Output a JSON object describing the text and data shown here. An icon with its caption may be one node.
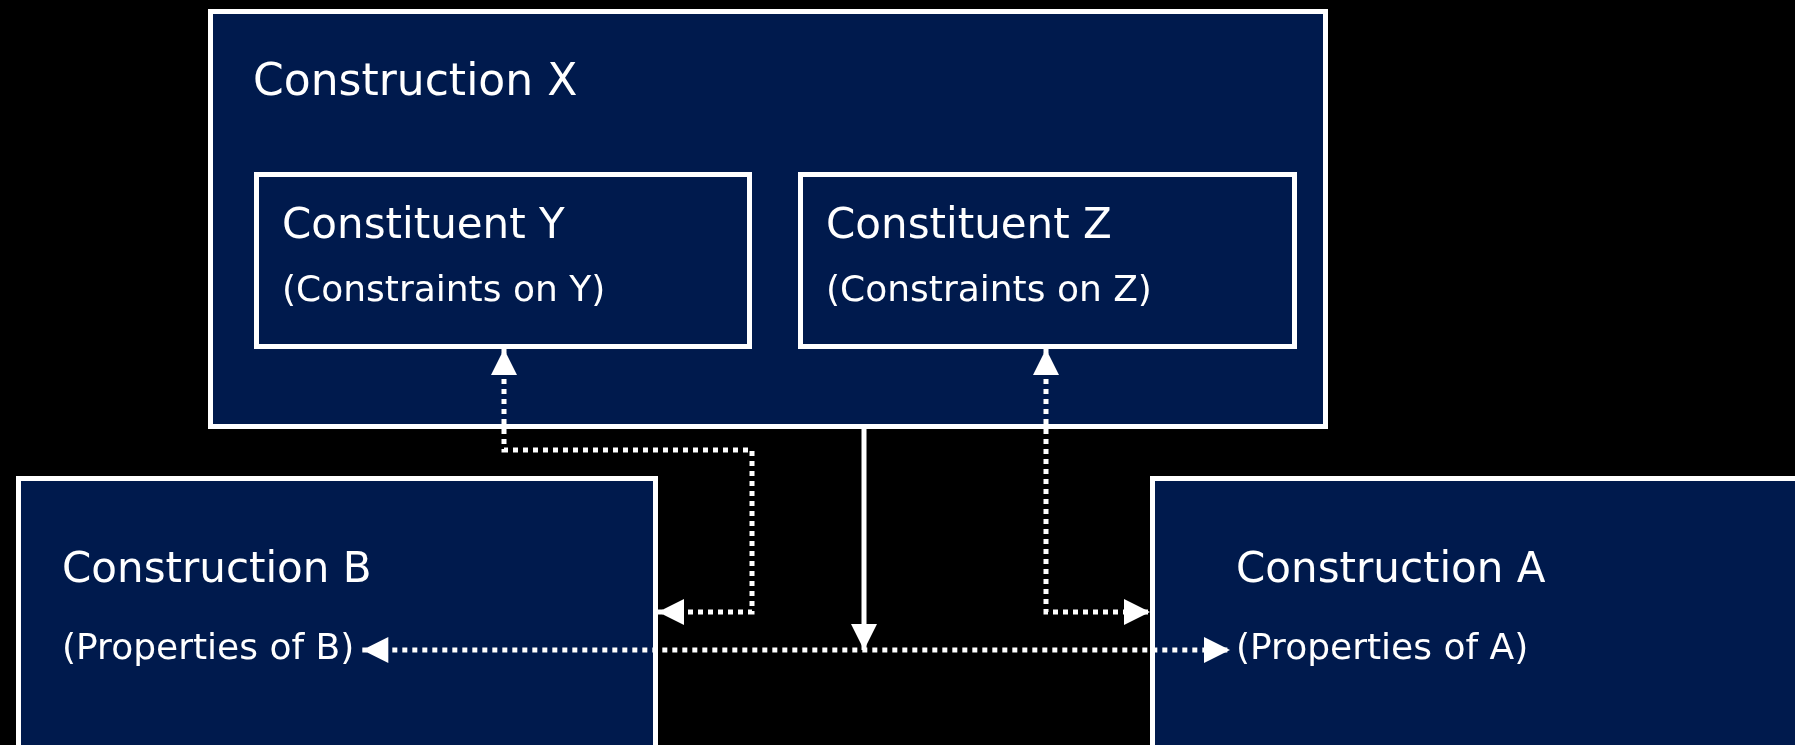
{
  "diagram": {
    "nodes": [
      {
        "text": [
          "Construction X"
        ]
      },
      {
        "text": [
          "Constituent Y",
          "(Constraints on Y)"
        ],
        "in": 0
      },
      {
        "text": [
          "Constituent Z",
          "(Constraints on Z)"
        ],
        "in": 0
      },
      {
        "text": [
          "Construction B",
          "(Properties of B)"
        ]
      },
      {
        "text": [
          "Construction A",
          "(Properties of A)"
        ]
      }
    ],
    "edges": [
      {
        "from": 1,
        "to": 3,
        "arrow": "both",
        "style": "dashed"
      },
      {
        "from": 2,
        "to": 4,
        "arrow": "both",
        "style": "dashed"
      },
      {
        "from": 3,
        "to": 4,
        "arrow": "both",
        "style": "dashed"
      },
      {
        "from": 0,
        "to": null,
        "arrow": "to"
      }
    ]
  }
}
